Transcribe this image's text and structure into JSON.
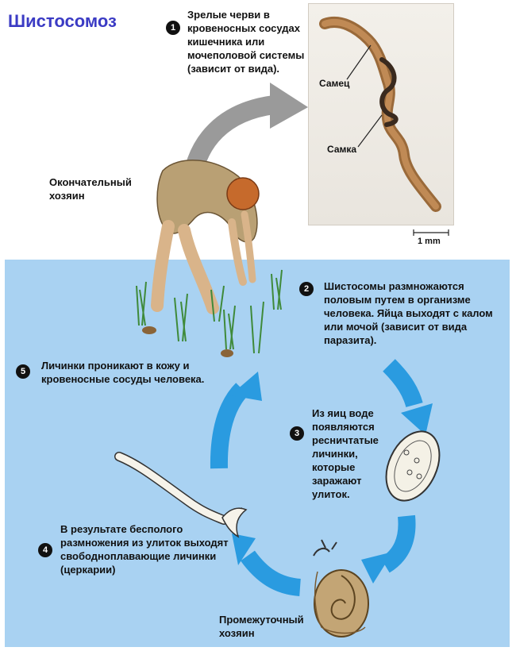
{
  "title": "Шистосомоз",
  "photo": {
    "male_label": "Самец",
    "female_label": "Самка",
    "scale_label": "1 mm"
  },
  "labels": {
    "definitive_host": "Окончательный хозяин",
    "intermediate_host": "Промежуточный хозяин"
  },
  "steps": [
    {
      "number": "1",
      "text": "Зрелые черви в кровеносных сосудах кишечника или мочеполовой системы (зависит от вида)."
    },
    {
      "number": "2",
      "text": "Шистосомы размножаются половым путем в организме человека. Яйца выходят с калом или мочой (зависит от вида паразита)."
    },
    {
      "number": "3",
      "text": "Из яиц воде появляются ресничтатые личинки, которые заражают улиток."
    },
    {
      "number": "4",
      "text": "В результате бесполого размножения из улиток выходят свободноплавающие личинки (церкарии)"
    },
    {
      "number": "5",
      "text": "Личинки проникают в кожу и кровеносные сосуды человека."
    }
  ],
  "colors": {
    "title": "#3b3bc4",
    "water": "#a9d2f2",
    "cycle_arrow": "#2a9be0",
    "grey_arrow": "#9a9a9a"
  }
}
